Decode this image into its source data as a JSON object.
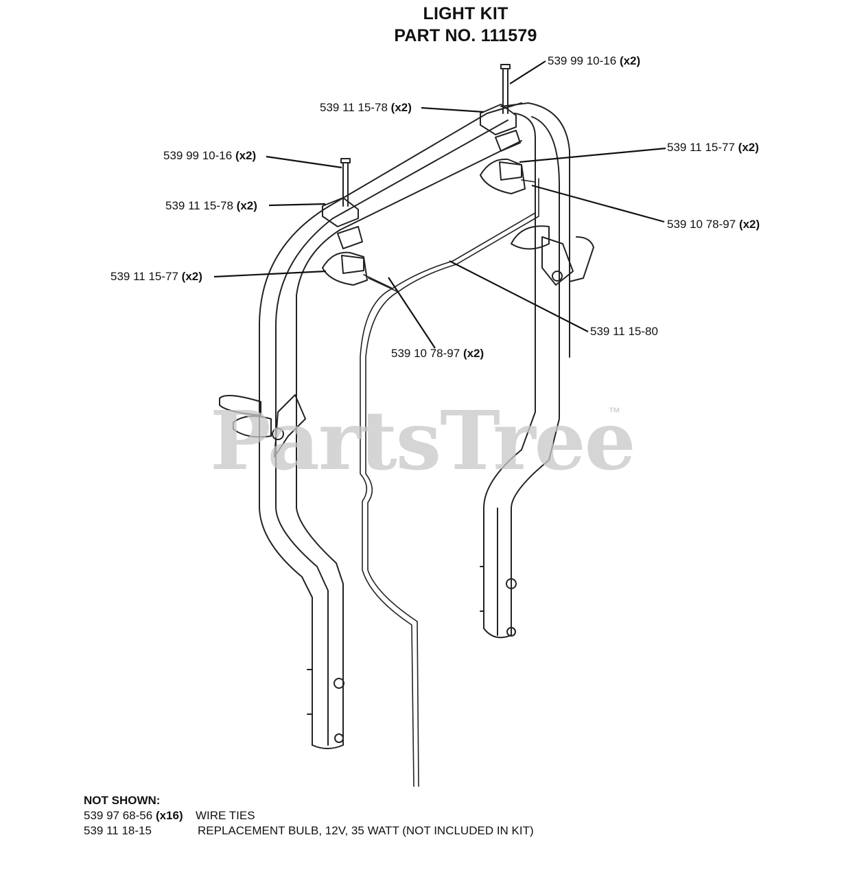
{
  "title": {
    "line1": "LIGHT KIT",
    "line2": "PART NO. 111579"
  },
  "callouts": [
    {
      "id": "c1",
      "part": "539 99 10-16",
      "qty": "(x2)"
    },
    {
      "id": "c2",
      "part": "539 11 15-78",
      "qty": "(x2)"
    },
    {
      "id": "c3",
      "part": "539 99 10-16",
      "qty": "(x2)"
    },
    {
      "id": "c4",
      "part": "539 11 15-77",
      "qty": "(x2)"
    },
    {
      "id": "c5",
      "part": "539 11 15-78",
      "qty": "(x2)"
    },
    {
      "id": "c6",
      "part": "539 10 78-97",
      "qty": "(x2)"
    },
    {
      "id": "c7",
      "part": "539 11 15-77",
      "qty": "(x2)"
    },
    {
      "id": "c8",
      "part": "539 11 15-80",
      "qty": ""
    },
    {
      "id": "c9",
      "part": "539 10 78-97",
      "qty": "(x2)"
    }
  ],
  "watermark": {
    "text": "PartsTree",
    "tm": "™"
  },
  "not_shown": {
    "header": "NOT SHOWN:",
    "items": [
      {
        "part": "539 97 68-56",
        "qty": "(x16)",
        "desc": "WIRE TIES"
      },
      {
        "part": "539 11 18-15",
        "qty": "",
        "desc": "REPLACEMENT BULB, 12V, 35 WATT (NOT INCLUDED IN KIT)"
      }
    ]
  }
}
